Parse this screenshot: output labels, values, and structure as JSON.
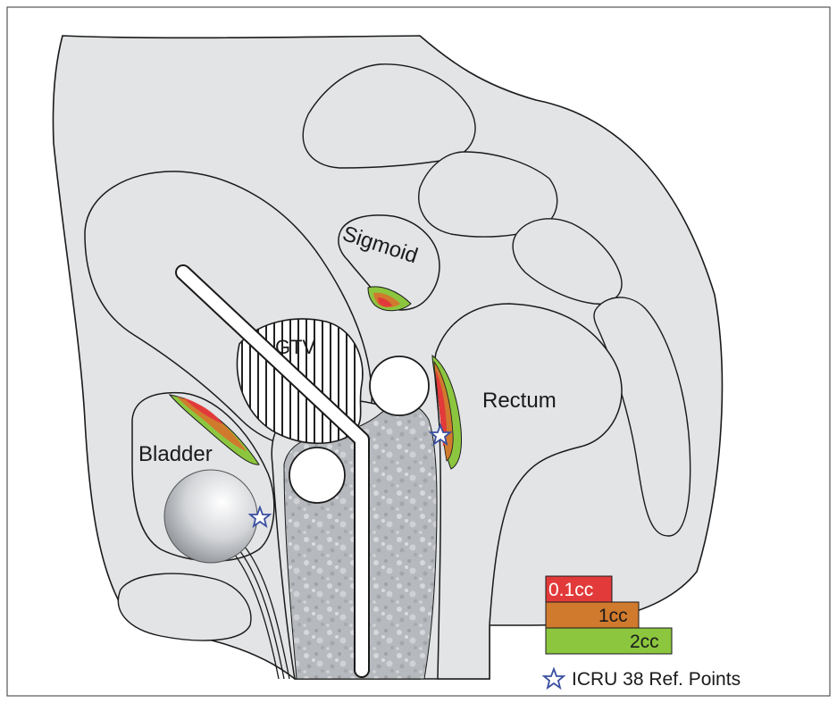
{
  "labels": {
    "sigmoid": "Sigmoid",
    "gtv": "GTV",
    "rectum": "Rectum",
    "bladder": "Bladder"
  },
  "legend": {
    "items": [
      {
        "label": "0.1cc",
        "color": "#e23a3a"
      },
      {
        "label": "1cc",
        "color": "#d07a2e"
      },
      {
        "label": "2cc",
        "color": "#8cc63f"
      }
    ],
    "ref_points_label": "ICRU 38 Ref. Points"
  },
  "colors": {
    "tissue": "#e2e4e6",
    "outline": "#1a1a1a",
    "applicator": "#ffffff",
    "packing": "#b9bcc0",
    "star": "#3a4fa0"
  },
  "icons": [
    "star-icon"
  ]
}
